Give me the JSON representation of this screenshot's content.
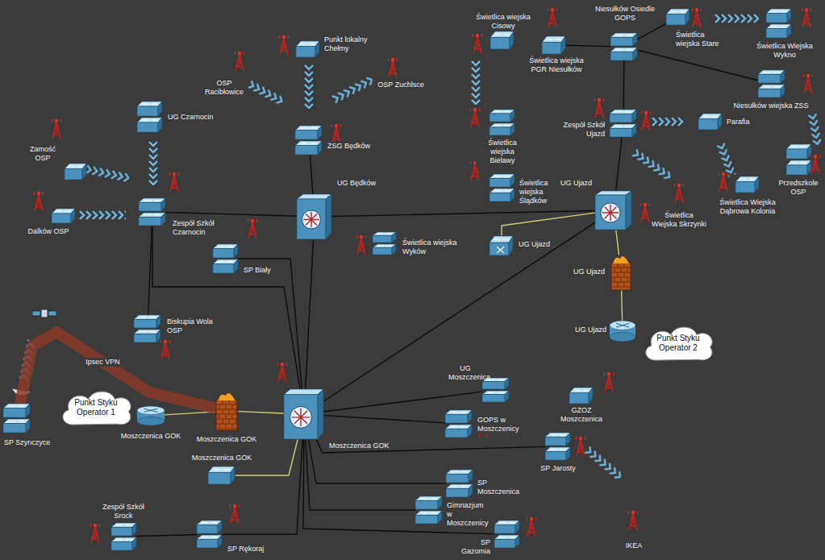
{
  "diagram": {
    "nodes": [
      {
        "text": [
          "Świetlica wiejska Stare"
        ]
      },
      {
        "text": [
          "Świetlica Wiejska Wykno"
        ]
      },
      {
        "text": [
          "Świetlica wiejska Cisowy"
        ]
      },
      {
        "text": [
          "Niesułków Osiedle GOPS"
        ]
      },
      {
        "text": [
          "Punkt lokalny Chełmy"
        ]
      },
      {
        "text": [
          "Świetlica wiejska PGR Niesułków"
        ]
      },
      {
        "text": [
          "Niesułków wiejska ZSS"
        ]
      },
      {
        "text": [
          "UG Czarnocin"
        ]
      },
      {
        "text": [
          "Świetlica wiejska Bielawy"
        ]
      },
      {
        "text": [
          "Zespół Szkół Ujazd"
        ]
      },
      {
        "text": [
          "Parafia"
        ]
      },
      {
        "text": [
          "ZSG Będków"
        ]
      },
      {
        "text": [
          "Zamość OSP"
        ]
      },
      {
        "text": [
          "Przedszkole OSP"
        ]
      },
      {
        "text": [
          "Świetlica wiejska Ślądków"
        ]
      },
      {
        "text": [
          "Świetlica Wiejska Dąbrowa Kolonia"
        ]
      },
      {
        "text": [
          "Zespół Szkół Czarnocin"
        ]
      },
      {
        "text": [
          "UG Będków"
        ]
      },
      {
        "text": [
          "UG Ujazd"
        ]
      },
      {
        "text": [
          "Dalków OSP"
        ]
      },
      {
        "text": [
          "Świetlica wiejska Wyków"
        ]
      },
      {
        "text": [
          "UG Ujazd"
        ]
      },
      {
        "text": [
          "SP Biały"
        ]
      },
      {
        "text": [
          "UG Ujazd"
        ]
      },
      {
        "text": [
          "Biskupia Wola OSP"
        ]
      },
      {
        "text": [
          "UG Ujazd"
        ]
      },
      {
        "text": [
          "Punkt Styku Operator 2"
        ]
      },
      {
        "text": [
          "UG Moszczenica"
        ]
      },
      {
        "text": [
          "SP Szynczyce"
        ]
      },
      {
        "text": [
          "Punkt Styku Operator 1"
        ]
      },
      {
        "text": [
          "Moszczenica GOK"
        ]
      },
      {
        "text": [
          "Moszczenica GOK"
        ]
      },
      {
        "text": [
          "Moszczenica GOK"
        ]
      },
      {
        "text": [
          "GZOZ Moszczenica"
        ]
      },
      {
        "text": [
          "GOPS w Moszczenicy"
        ]
      },
      {
        "text": [
          "SP Jarosty"
        ]
      },
      {
        "text": [
          "Moszczenica GOK"
        ]
      },
      {
        "text": [
          "SP Moszczenica"
        ]
      },
      {
        "text": [
          "Gimnazjum w Moszczenicy"
        ]
      },
      {
        "text": [
          "Zespół Szkół Srock"
        ]
      },
      {
        "text": [
          "SP Rękoraj"
        ]
      },
      {
        "text": [
          "SP Gazomia"
        ]
      }
    ],
    "edges": [
      {
        "from": 3,
        "to": 5,
        "arrow": "none"
      },
      {
        "from": 3,
        "to": 0,
        "arrow": "none"
      },
      {
        "from": 3,
        "to": 6,
        "arrow": "none"
      },
      {
        "from": 3,
        "to": 9,
        "arrow": "none"
      },
      {
        "from": 9,
        "to": 18,
        "arrow": "none"
      },
      {
        "from": 11,
        "to": 17,
        "arrow": "none"
      },
      {
        "from": 17,
        "to": 18,
        "arrow": "none"
      },
      {
        "from": 16,
        "to": 17,
        "arrow": "none"
      },
      {
        "from": 16,
        "to": 24,
        "arrow": "none"
      },
      {
        "from": 16,
        "to": 32,
        "arrow": "none"
      },
      {
        "from": 17,
        "to": 32,
        "arrow": "none"
      },
      {
        "from": 22,
        "to": 32,
        "arrow": "none"
      },
      {
        "from": 18,
        "to": 32,
        "arrow": "none"
      },
      {
        "from": 18,
        "to": 21,
        "arrow": "none"
      },
      {
        "from": 18,
        "to": 23,
        "arrow": "none"
      },
      {
        "from": 23,
        "to": 25,
        "arrow": "none"
      },
      {
        "from": 32,
        "to": 27,
        "arrow": "none"
      },
      {
        "from": 32,
        "to": 34,
        "arrow": "none"
      },
      {
        "from": 32,
        "to": 35,
        "arrow": "none"
      },
      {
        "from": 32,
        "to": 37,
        "arrow": "none"
      },
      {
        "from": 32,
        "to": 38,
        "arrow": "none"
      },
      {
        "from": 32,
        "to": 41,
        "arrow": "none"
      },
      {
        "from": 32,
        "to": 40,
        "arrow": "none"
      },
      {
        "from": 40,
        "to": 39,
        "arrow": "none"
      },
      {
        "from": 32,
        "to": 31,
        "arrow": "none"
      },
      {
        "from": 31,
        "to": 30,
        "arrow": "none"
      },
      {
        "from": 32,
        "to": 36,
        "arrow": "none"
      },
      {
        "from": 28,
        "to": 31,
        "label": "Ipsec VPN",
        "arrow": "none"
      }
    ],
    "labels": [
      "OSP Racibłowice",
      "OSP Zuchlsce",
      "Świetlica Wiejska Skrzynki",
      "IKEA"
    ]
  }
}
